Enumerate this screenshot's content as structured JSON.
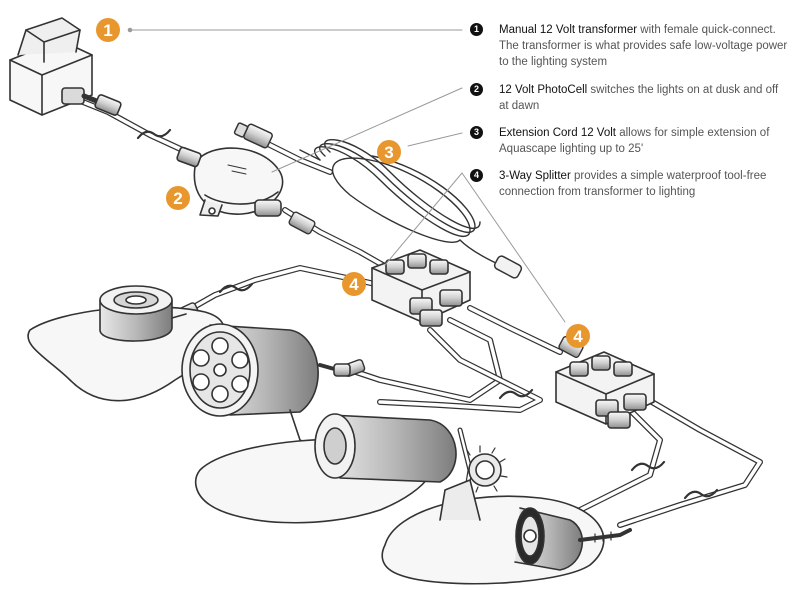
{
  "callouts": [
    {
      "marker": "1",
      "term": "Manual 12 Volt transformer",
      "description": " with female quick-connect. The transformer is what provides safe low-voltage power to the lighting system"
    },
    {
      "marker": "2",
      "term": "12 Volt PhotoCell",
      "description": " switches the lights on at dusk and off at dawn"
    },
    {
      "marker": "3",
      "term": "Extension Cord 12 Volt",
      "description": " allows for simple extension of Aquascape lighting up to 25'"
    },
    {
      "marker": "4",
      "term": "3-Way Splitter",
      "description": " provides a simple waterproof tool-free connection from transformer to lighting"
    }
  ],
  "badges": {
    "transformer": "1",
    "photocell": "2",
    "extension": "3",
    "splitter_a": "4",
    "splitter_b": "4"
  },
  "colors": {
    "badge": "#E8962E",
    "line": "#333333",
    "fill_light": "#f4f4f4",
    "fill_mid": "#d9d9d9",
    "leader": "#9a9a9a"
  }
}
